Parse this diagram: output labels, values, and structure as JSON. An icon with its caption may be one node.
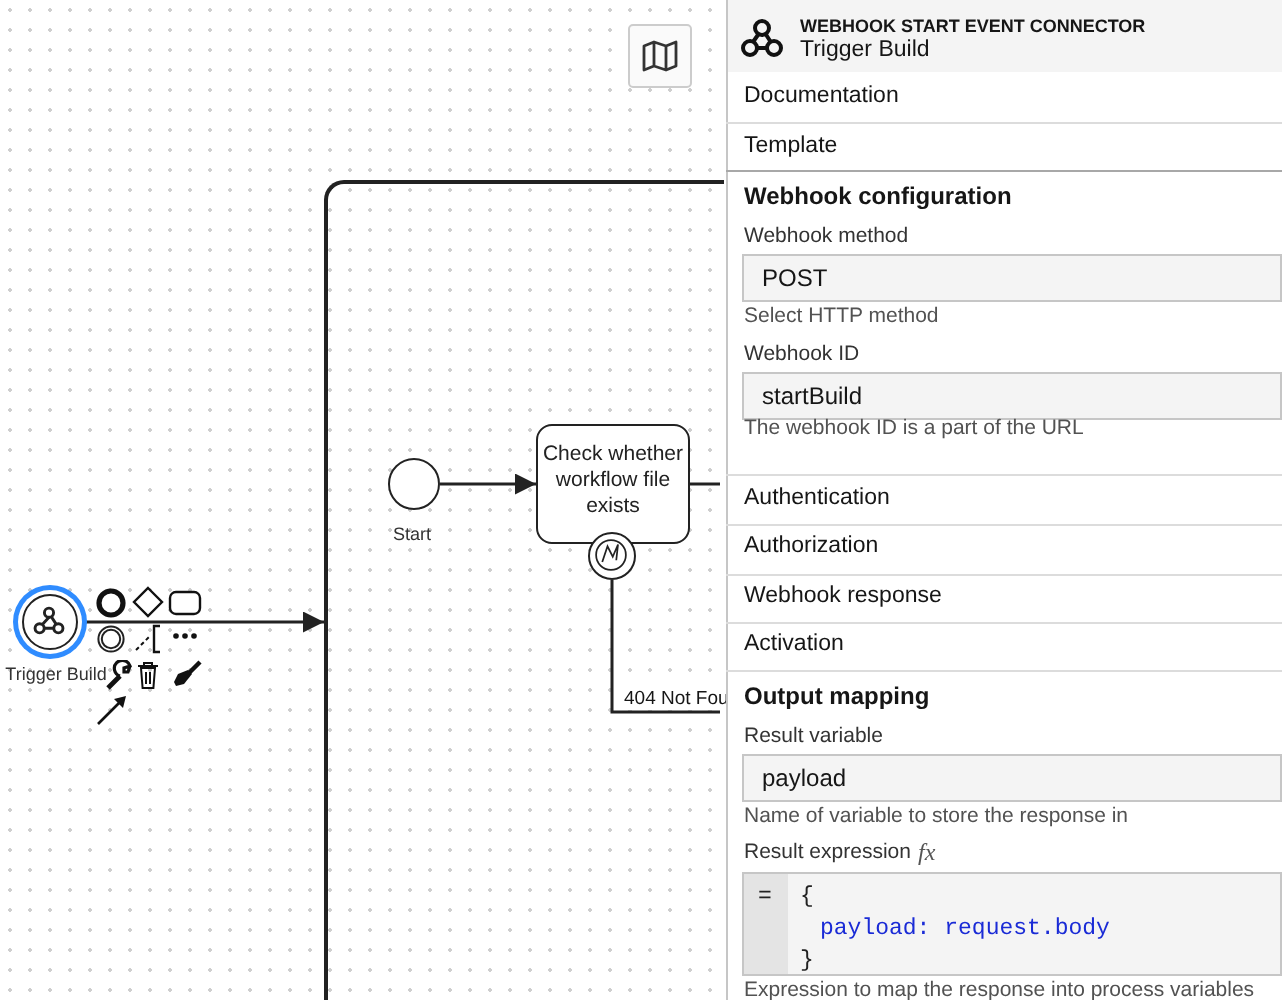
{
  "diagram": {
    "nodes": [
      {
        "text": [],
        "shape": "box"
      },
      {
        "text": [],
        "shape": "circle",
        "beside": [
          "Start"
        ],
        "in": 0
      },
      {
        "text": [
          "Check whether workflow file exists"
        ],
        "in": 0
      },
      {
        "text": [],
        "shape": "circle",
        "in": 0
      },
      {
        "text": [],
        "shape": "circle",
        "beside": [
          "Trigger Build"
        ]
      }
    ],
    "edges": [
      {
        "from": 4,
        "to": 0,
        "arrow": "to"
      },
      {
        "from": 1,
        "to": 2,
        "arrow": "to"
      },
      {
        "from": 2,
        "to": null,
        "arrow": "none"
      },
      {
        "from": 3,
        "to": null,
        "arrow": "none",
        "label": "404 Not Fou"
      }
    ],
    "labels": [
      "WEBHOOK START EVENT CONNECTOR",
      "Trigger Build",
      "Documentation",
      "Template",
      "Webhook configuration",
      "Webhook method",
      "POST",
      "Select HTTP method",
      "Webhook ID",
      "startBuild",
      "The webhook ID is a part of the URL",
      "Authentication",
      "Authorization",
      "Webhook response",
      "Activation",
      "Output mapping",
      "Result variable",
      "payload",
      "Name of variable to store the response in",
      "Result expression",
      "fx",
      "=",
      "{",
      "payload: request.body",
      "}",
      "Expression to map the response into process variables"
    ]
  }
}
